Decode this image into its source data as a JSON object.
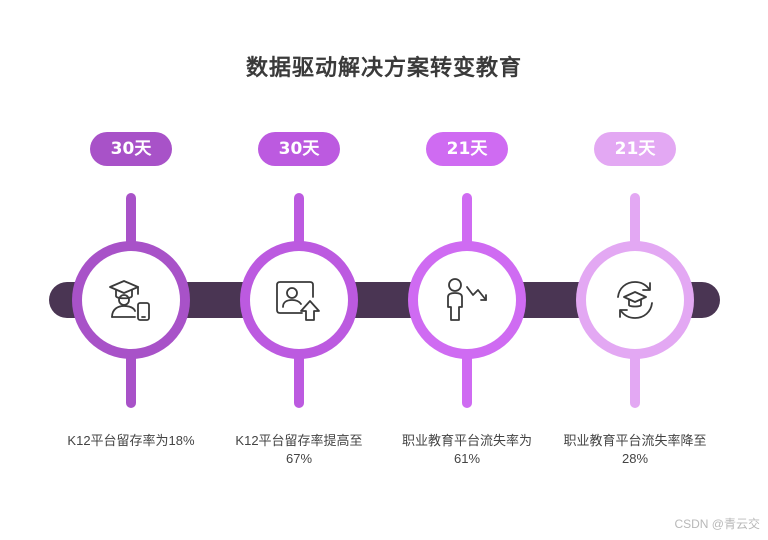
{
  "title": "数据驱动解决方案转变教育",
  "steps": [
    {
      "duration": "30天",
      "caption": "K12平台留存率为18%",
      "icon": "graduate-mobile-icon",
      "color": "#a852c8"
    },
    {
      "duration": "30天",
      "caption": "K12平台留存率提高至67%",
      "icon": "profile-upload-icon",
      "color": "#bc5ae0"
    },
    {
      "duration": "21天",
      "caption": "职业教育平台流失率为61%",
      "icon": "person-decline-icon",
      "color": "#cf6bf2"
    },
    {
      "duration": "21天",
      "caption": "职业教育平台流失率降至28%",
      "icon": "graduation-cycle-icon",
      "color": "#e3a8f3"
    }
  ],
  "watermark": "CSDN @青云交"
}
